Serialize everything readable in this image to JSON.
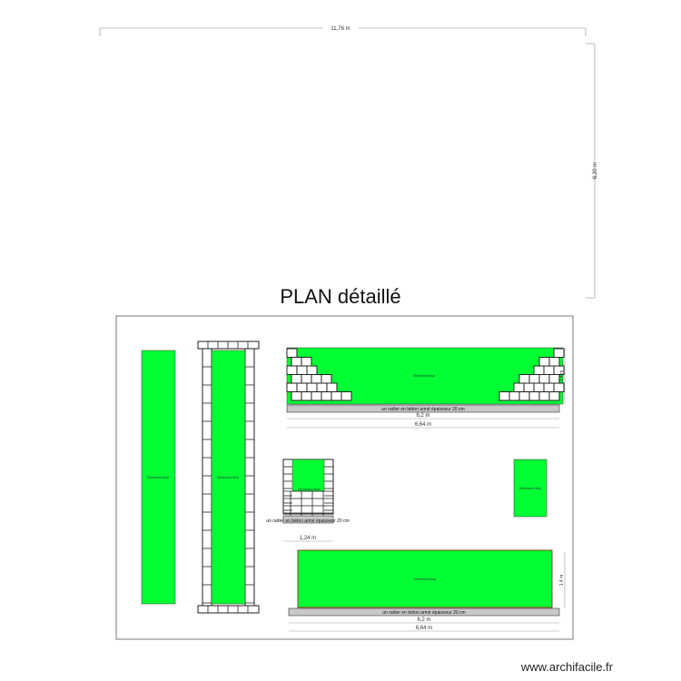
{
  "top_area": {
    "width_dimension": "11,76 m",
    "height_dimension": "6,20 m"
  },
  "title": "PLAN détaillé",
  "pieces": {
    "fill_label": "Dimension final",
    "slab_label": "un radier en béton armé épaisseur 20 cm"
  },
  "dimensions": {
    "pool_inner": "6,2 m",
    "pool_outer": "6,64 m",
    "pool_height": "1,4 m",
    "small_block_width": "1,24 m"
  },
  "colors": {
    "fill_green": "#00ff33",
    "slab_grey": "#c8c8c8",
    "dim_line": "#999999"
  },
  "watermark": "www.archifacile.fr"
}
